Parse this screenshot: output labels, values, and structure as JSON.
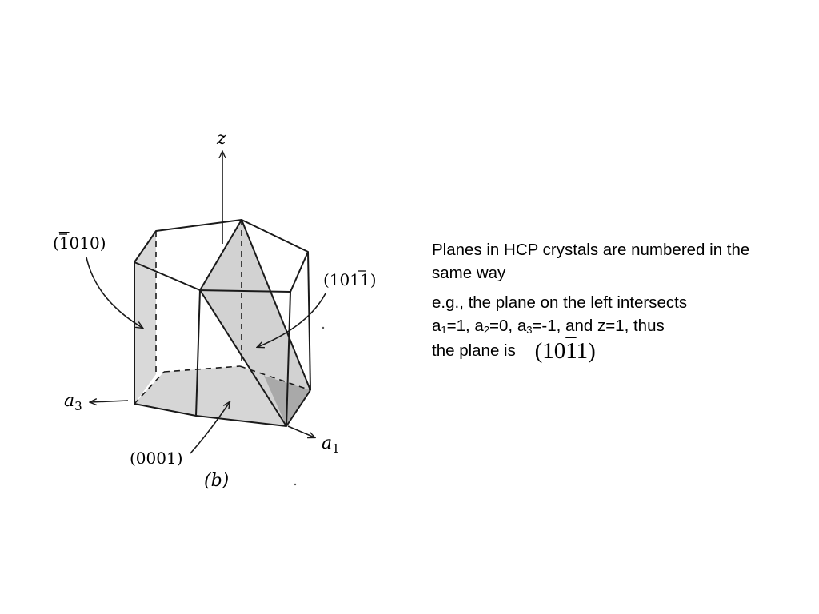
{
  "diagram": {
    "axes": {
      "z": "z",
      "a1": "a",
      "a1_sub": "1",
      "a3": "a",
      "a3_sub": "3"
    },
    "planes": {
      "prism": {
        "open": "(",
        "bar_digit": "1",
        "rest": "010)"
      },
      "pyramidal": {
        "lead": "(10",
        "bar_digit": "1",
        "rest": "1)"
      },
      "basal": "(0001)"
    },
    "panel_label": "(b)",
    "colors": {
      "line": "#1a1a1a",
      "shade": "#d6d6d6",
      "shade_dark": "#a9a9a9"
    }
  },
  "caption": {
    "line1": "Planes in HCP crystals are numbered in the same way",
    "line2_prefix": "e.g., the plane on the left intersects",
    "a1_label": "a",
    "a1_sub": "1",
    "a1_value": "=1, ",
    "a2_label": "a",
    "a2_sub": "2",
    "a2_value": "=0, ",
    "a3_label": "a",
    "a3_sub": "3",
    "a3_value": "=-1,",
    "line2_suffix": " and z=1, thus",
    "line3_prefix": "the plane is",
    "miller": {
      "lead": "(10",
      "bar_digit": "1",
      "rest": "1)"
    }
  }
}
